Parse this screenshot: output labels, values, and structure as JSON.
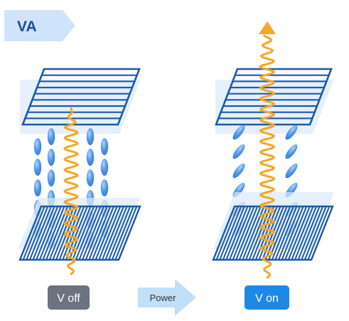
{
  "header": {
    "label": "VA"
  },
  "state_off": {
    "label": "V  off"
  },
  "state_on": {
    "label": "V  on"
  },
  "transition": {
    "label": "Power"
  },
  "colors": {
    "header_tag": "#cfe3fb",
    "header_text": "#1a4f9c",
    "polarizer_line": "#1c5aa8",
    "panel_fill": "#dcebfb",
    "crystal": "#3f8ee8",
    "light_wave": "#f5a623",
    "badge_off": "#6b7280",
    "badge_on": "#1e88e5",
    "power_arrow": "#bfe0f8"
  },
  "icons": {
    "light_exit": "arrow-up-icon",
    "power": "arrow-right-icon"
  }
}
